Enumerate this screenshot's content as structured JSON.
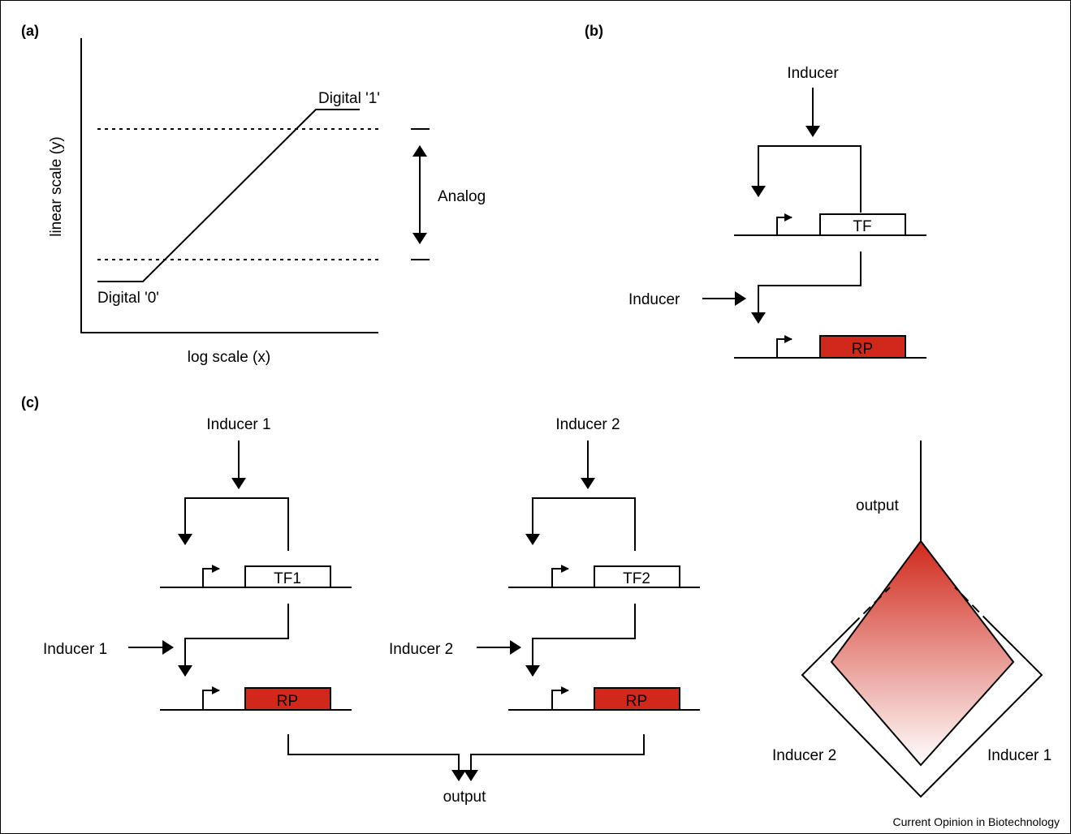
{
  "panels": {
    "a": {
      "label": "(a)",
      "ylabel": "linear scale (y)",
      "xlabel": "log scale (x)",
      "digital_one": "Digital '1'",
      "digital_zero": "Digital '0'",
      "analog": "Analog"
    },
    "b": {
      "label": "(b)",
      "inducer_top": "Inducer",
      "inducer_side": "Inducer",
      "tf": "TF",
      "rp": "RP"
    },
    "c": {
      "label": "(c)",
      "inducer1_top": "Inducer 1",
      "inducer2_top": "Inducer 2",
      "inducer1_side": "Inducer 1",
      "inducer2_side": "Inducer 2",
      "tf1": "TF1",
      "tf2": "TF2",
      "rp1": "RP",
      "rp2": "RP",
      "output_bottom": "output",
      "output_diamond": "output",
      "diamond_inducer2": "Inducer 2",
      "diamond_inducer1": "Inducer 1"
    }
  },
  "credit": "Current Opinion in Biotechnology",
  "colors": {
    "rp_fill": "#d0291b",
    "gradient_top": "#d0291b",
    "gradient_bottom": "#ffffff"
  }
}
